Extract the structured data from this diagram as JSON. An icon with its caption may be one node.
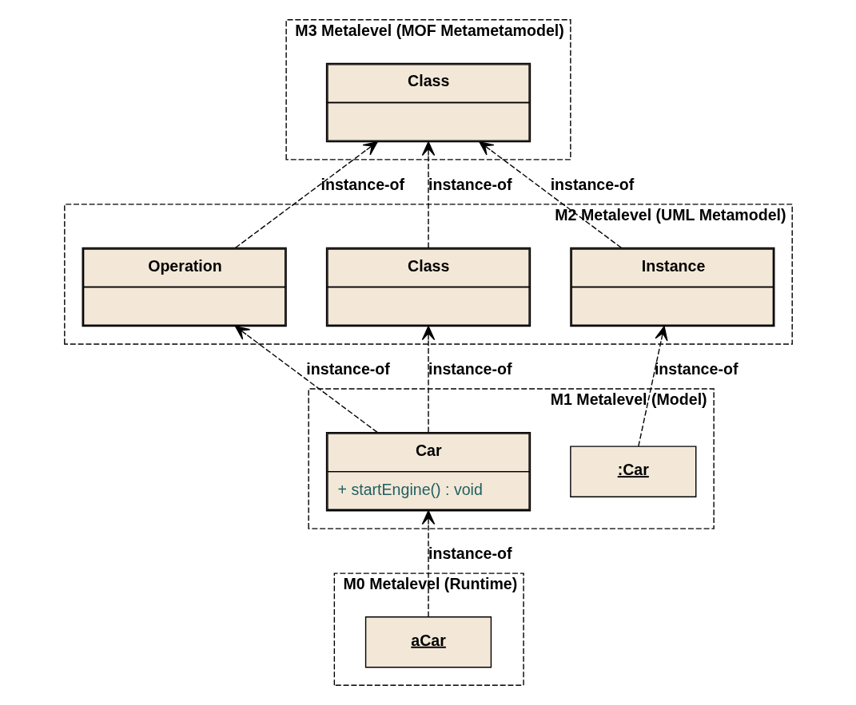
{
  "diagram": {
    "nodes": [
      {
        "text": [
          "M3 Metalevel (MOF Metametamodel)"
        ]
      },
      {
        "text": [
          "Class"
        ],
        "in": 0
      },
      {
        "text": [
          "M2 Metalevel (UML Metamodel)"
        ]
      },
      {
        "text": [
          "Operation"
        ],
        "in": 2
      },
      {
        "text": [
          "Class"
        ],
        "in": 2
      },
      {
        "text": [
          "Instance"
        ],
        "in": 2
      },
      {
        "text": [
          "M1 Metalevel (Model)"
        ]
      },
      {
        "text": [
          "Car",
          "+ startEngine() : void"
        ],
        "in": 6
      },
      {
        "text": [
          ":Car"
        ],
        "in": 6
      },
      {
        "text": [
          "M0 Metalevel (Runtime)"
        ]
      },
      {
        "text": [
          "aCar"
        ],
        "in": 9
      }
    ],
    "edges": [
      {
        "from": 3,
        "to": 1,
        "arrow": "to",
        "style": "dashed",
        "label": "instance-of"
      },
      {
        "from": 4,
        "to": 1,
        "arrow": "to",
        "style": "dashed",
        "label": "instance-of"
      },
      {
        "from": 5,
        "to": 1,
        "arrow": "to",
        "style": "dashed",
        "label": "instance-of"
      },
      {
        "from": 7,
        "to": 3,
        "arrow": "to",
        "style": "dashed",
        "label": "instance-of"
      },
      {
        "from": 7,
        "to": 4,
        "arrow": "to",
        "style": "dashed",
        "label": "instance-of"
      },
      {
        "from": 8,
        "to": 5,
        "arrow": "to",
        "style": "dashed",
        "label": "instance-of"
      },
      {
        "from": 10,
        "to": 7,
        "arrow": "to",
        "style": "dashed",
        "label": "instance-of"
      }
    ]
  }
}
